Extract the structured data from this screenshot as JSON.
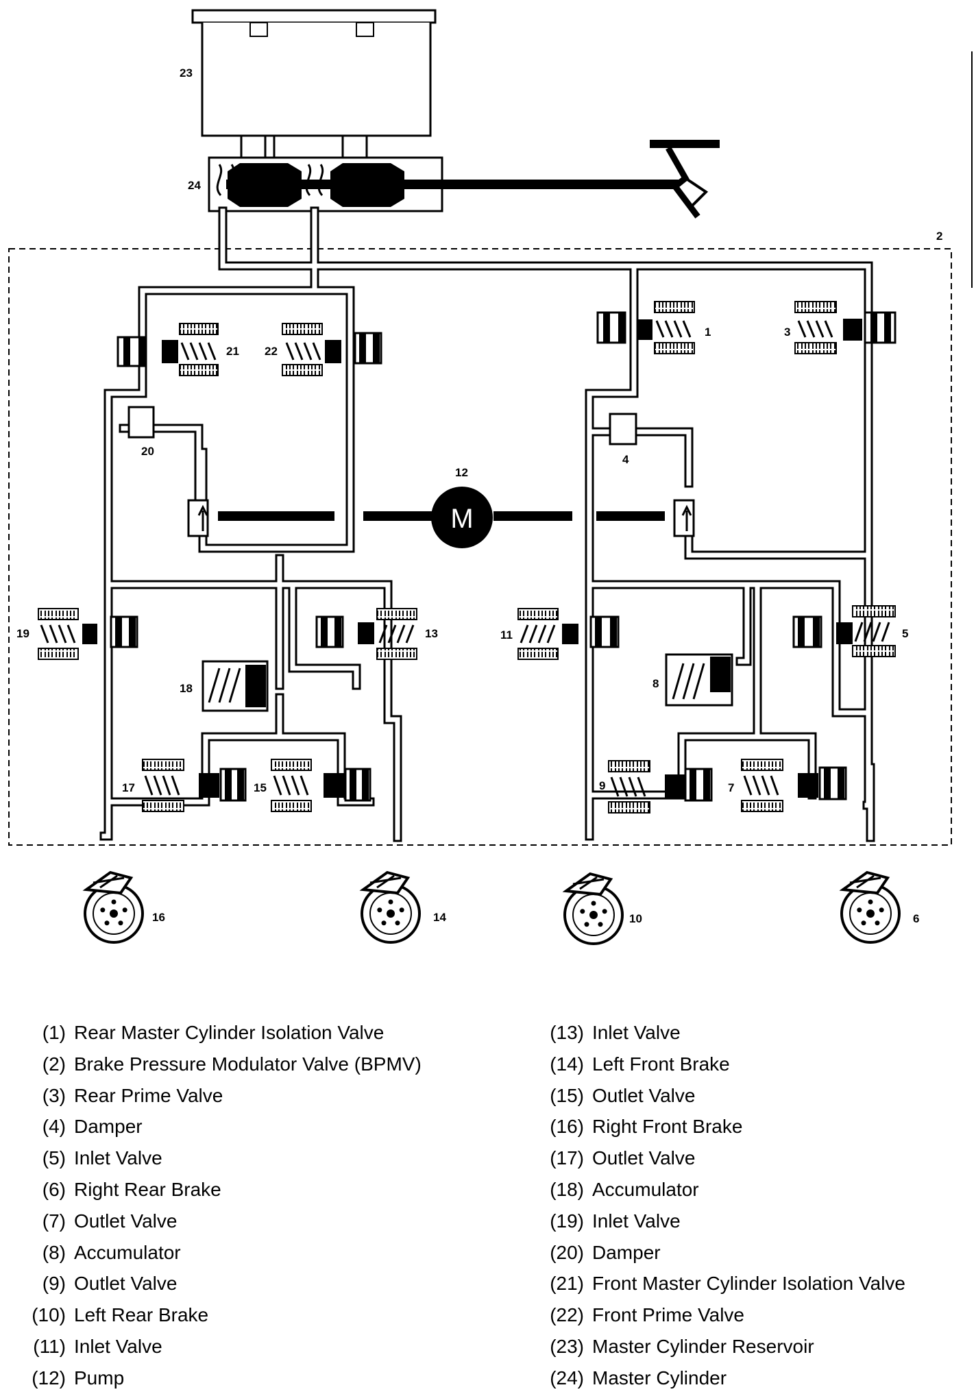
{
  "diagram": {
    "callouts": [
      "1",
      "2",
      "3",
      "4",
      "5",
      "6",
      "7",
      "8",
      "9",
      "10",
      "11",
      "12",
      "13",
      "14",
      "15",
      "16",
      "17",
      "18",
      "19",
      "20",
      "21",
      "22",
      "23",
      "24"
    ],
    "motor_letter": "M"
  },
  "legend": {
    "left": [
      {
        "num": "(1)",
        "label": "Rear Master Cylinder Isolation Valve"
      },
      {
        "num": "(2)",
        "label": "Brake Pressure Modulator Valve (BPMV)"
      },
      {
        "num": "(3)",
        "label": "Rear Prime Valve"
      },
      {
        "num": "(4)",
        "label": "Damper"
      },
      {
        "num": "(5)",
        "label": "Inlet Valve"
      },
      {
        "num": "(6)",
        "label": "Right Rear Brake"
      },
      {
        "num": "(7)",
        "label": "Outlet Valve"
      },
      {
        "num": "(8)",
        "label": "Accumulator"
      },
      {
        "num": "(9)",
        "label": "Outlet Valve"
      },
      {
        "num": "(10)",
        "label": "Left Rear Brake"
      },
      {
        "num": "(11)",
        "label": "Inlet Valve"
      },
      {
        "num": "(12)",
        "label": "Pump"
      }
    ],
    "right": [
      {
        "num": "(13)",
        "label": "Inlet Valve"
      },
      {
        "num": "(14)",
        "label": "Left Front Brake"
      },
      {
        "num": "(15)",
        "label": "Outlet Valve"
      },
      {
        "num": "(16)",
        "label": "Right Front Brake"
      },
      {
        "num": "(17)",
        "label": "Outlet Valve"
      },
      {
        "num": "(18)",
        "label": "Accumulator"
      },
      {
        "num": "(19)",
        "label": "Inlet Valve"
      },
      {
        "num": "(20)",
        "label": "Damper"
      },
      {
        "num": "(21)",
        "label": "Front Master Cylinder Isolation Valve"
      },
      {
        "num": "(22)",
        "label": "Front Prime Valve"
      },
      {
        "num": "(23)",
        "label": "Master Cylinder Reservoir"
      },
      {
        "num": "(24)",
        "label": "Master Cylinder"
      }
    ]
  }
}
